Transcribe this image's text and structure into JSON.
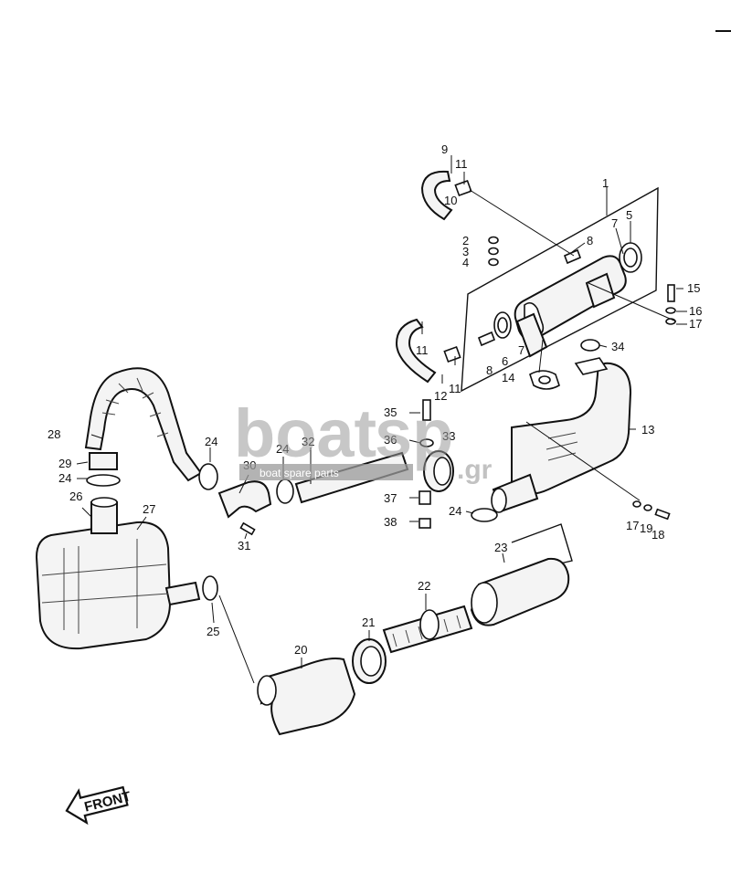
{
  "watermark": {
    "brand_main": "boat",
    "brand_accent": "sp",
    "domain_suffix": ".gr",
    "tagline": "boat spare parts",
    "color": "#9a9a9a"
  },
  "direction_marker": {
    "label": "FRONT",
    "icon": "arrow-left-icon"
  },
  "callouts": [
    "1",
    "2",
    "3",
    "4",
    "5",
    "6",
    "7",
    "7",
    "8",
    "8",
    "9",
    "10",
    "11",
    "11",
    "11",
    "12",
    "13",
    "14",
    "15",
    "16",
    "17",
    "17",
    "18",
    "19",
    "20",
    "21",
    "22",
    "23",
    "24",
    "24",
    "24",
    "24",
    "25",
    "26",
    "27",
    "28",
    "29",
    "30",
    "31",
    "32",
    "33",
    "34",
    "35",
    "36",
    "37",
    "38"
  ]
}
